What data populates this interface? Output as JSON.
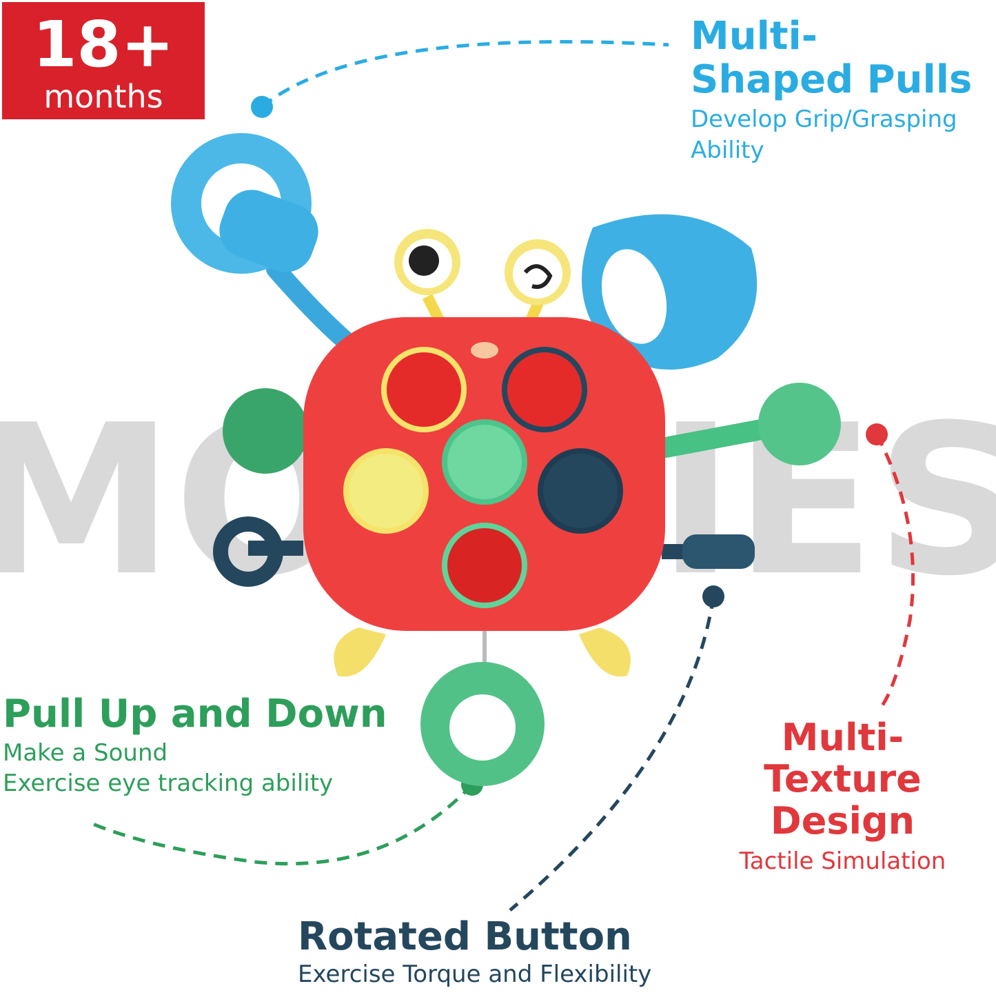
{
  "badge": {
    "age": "18+",
    "unit": "months"
  },
  "watermark": "MOOLIES",
  "features": {
    "multi_shaped": {
      "title_line1": "Multi-",
      "title_line2": "Shaped Pulls",
      "sub_line1": "Develop Grip/Grasping",
      "sub_line2": "Ability",
      "color": "#2aace2"
    },
    "pull_up_down": {
      "title": "Pull Up and Down",
      "sub_line1": "Make a Sound",
      "sub_line2": "Exercise eye tracking ability",
      "color": "#2e9e5b"
    },
    "multi_texture": {
      "title_line1": "Multi-",
      "title_line2": "Texture Design",
      "sub": "Tactile Simulation",
      "color": "#e0383c"
    },
    "rotated_button": {
      "title": "Rotated Button",
      "sub": "Exercise Torque and Flexibility",
      "color": "#24475e"
    }
  }
}
